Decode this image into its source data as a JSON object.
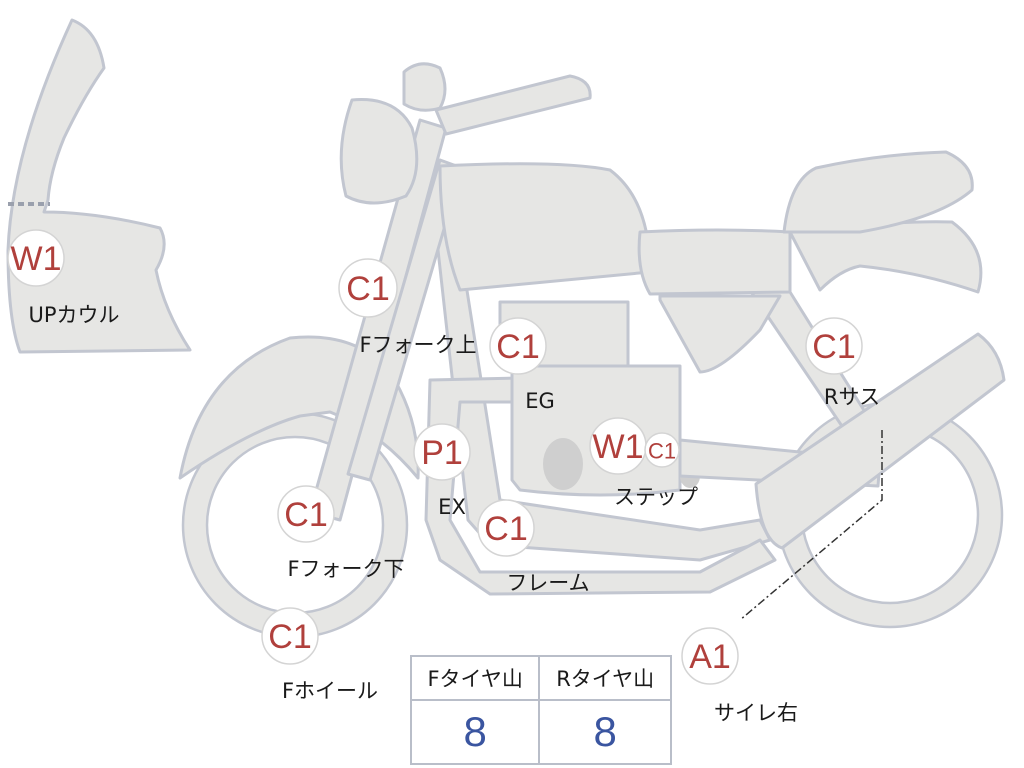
{
  "badges": [
    {
      "id": "up-cowl",
      "code": "W1",
      "label": "UPカウル"
    },
    {
      "id": "f-fork-upper",
      "code": "C1",
      "label": "Fフォーク上"
    },
    {
      "id": "eg",
      "code": "C1",
      "label": "EG"
    },
    {
      "id": "r-sus",
      "code": "C1",
      "label": "Rサス"
    },
    {
      "id": "ex",
      "code": "P1",
      "label": "EX"
    },
    {
      "id": "step",
      "code": "W1",
      "label": "ステップ"
    },
    {
      "id": "step-extra",
      "code": "C1",
      "label": ""
    },
    {
      "id": "f-fork-lower",
      "code": "C1",
      "label": "Fフォーク下"
    },
    {
      "id": "frame",
      "code": "C1",
      "label": "フレーム"
    },
    {
      "id": "f-wheel",
      "code": "C1",
      "label": "Fホイール"
    },
    {
      "id": "silencer-right",
      "code": "A1",
      "label": "サイレ右"
    }
  ],
  "tire_table": {
    "headers": [
      "Fタイヤ山",
      "Rタイヤ山"
    ],
    "values": [
      "8",
      "8"
    ]
  },
  "colors": {
    "body_fill": "#e6e6e4",
    "outline": "#c2c6d0",
    "code_text": "#b0403c",
    "tread_value": "#3a55a0"
  }
}
